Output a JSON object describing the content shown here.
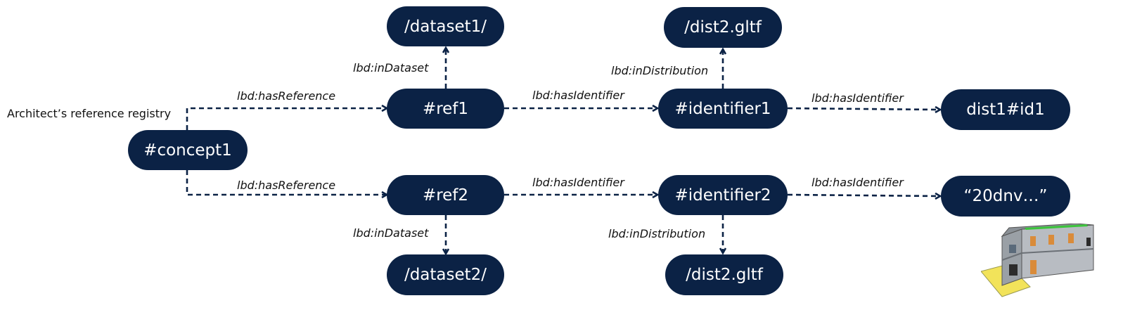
{
  "caption": "Architect’s reference registry",
  "colors": {
    "node_fill": "#0b2245",
    "node_text": "#ffffff",
    "edge": "#0b2245"
  },
  "nodes": {
    "concept1": "#concept1",
    "ref1": "#ref1",
    "ref2": "#ref2",
    "dataset1": "/dataset1/",
    "dataset2": "/dataset2/",
    "identifier1": "#identifier1",
    "identifier2": "#identifier2",
    "dist2_top": "/dist2.gltf",
    "dist2_bottom": "/dist2.gltf",
    "dist1_id1": "dist1#id1",
    "literal_20dnv": "“20dnv…”"
  },
  "edges": {
    "concept1_ref1": "lbd:hasReference",
    "concept1_ref2": "lbd:hasReference",
    "ref1_dataset1": "lbd:inDataset",
    "ref2_dataset2": "lbd:inDataset",
    "ref1_identifier1": "lbd:hasIdentifier",
    "ref2_identifier2": "lbd:hasIdentifier",
    "identifier1_dist2": "lbd:inDistribution",
    "identifier2_dist2": "lbd:inDistribution",
    "identifier1_dist1": "lbd:hasIdentifier",
    "identifier2_literal": "lbd:hasIdentifier"
  },
  "image": {
    "icon": "building-3d-model-icon"
  }
}
